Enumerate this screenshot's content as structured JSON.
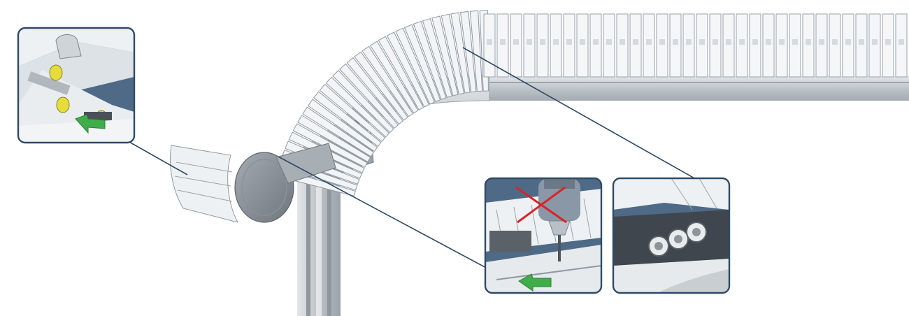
{
  "colors": {
    "frame": "#2f4a66",
    "chain": "#f3f5f7",
    "chain_edge": "#8f99a2",
    "rail": "#c9ced3",
    "post": "#c4c9ce",
    "cover": "#8e959c",
    "inset_bg": "#4e6a86",
    "arrow": "#3fae4a",
    "forbidden": "#d8242a",
    "roller": "#e6dd3a"
  },
  "illustration": {
    "subject": "chain-conveyor-curve",
    "insets": [
      {
        "id": "left",
        "detail": "roller-chain-link-insertion"
      },
      {
        "id": "middle",
        "detail": "no-drilling-warning"
      },
      {
        "id": "right",
        "detail": "ball-bearing-rollers"
      }
    ],
    "icons": [
      "push-arrow-icon",
      "forbidden-cross-icon"
    ]
  }
}
